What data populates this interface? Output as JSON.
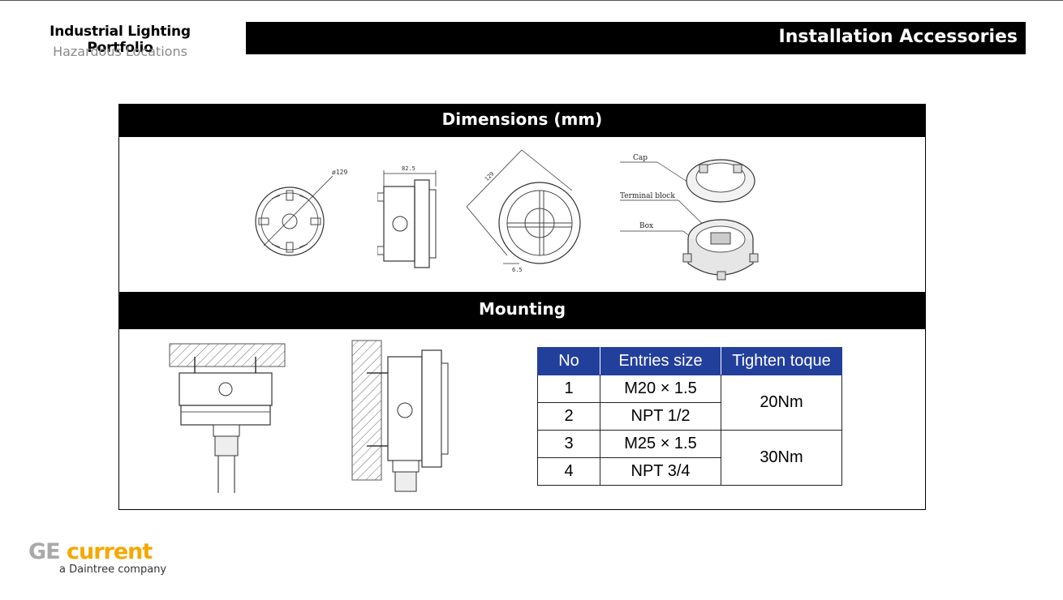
{
  "header": {
    "brand_title": "Industrial Lighting Portfolio",
    "brand_subtitle": "Hazardous Locations",
    "page_title": "Installation Accessories"
  },
  "sections": {
    "dimensions_title": "Dimensions (mm)",
    "mounting_title": "Mounting"
  },
  "drawing_labels": {
    "diameter": "ø129",
    "width": "82.5",
    "diagonal": "129",
    "hole": "6.5",
    "cap": "Cap",
    "terminal_block": "Terminal block",
    "box": "Box"
  },
  "table": {
    "headers": [
      "No",
      "Entries size",
      "Tighten toque"
    ],
    "rows": [
      {
        "no": "1",
        "size": "M20 × 1.5"
      },
      {
        "no": "2",
        "size": "NPT 1/2"
      },
      {
        "no": "3",
        "size": "M25 × 1.5"
      },
      {
        "no": "4",
        "size": "NPT 3/4"
      }
    ],
    "torque_group_1": "20Nm",
    "torque_group_2": "30Nm",
    "header_color": "#233f9c"
  },
  "footer": {
    "logo_ge": "GE",
    "logo_current": "current",
    "logo_tagline": "a Daintree company",
    "brand_colors": {
      "ge": "#a9a9a9",
      "current": "#f5a800"
    }
  }
}
